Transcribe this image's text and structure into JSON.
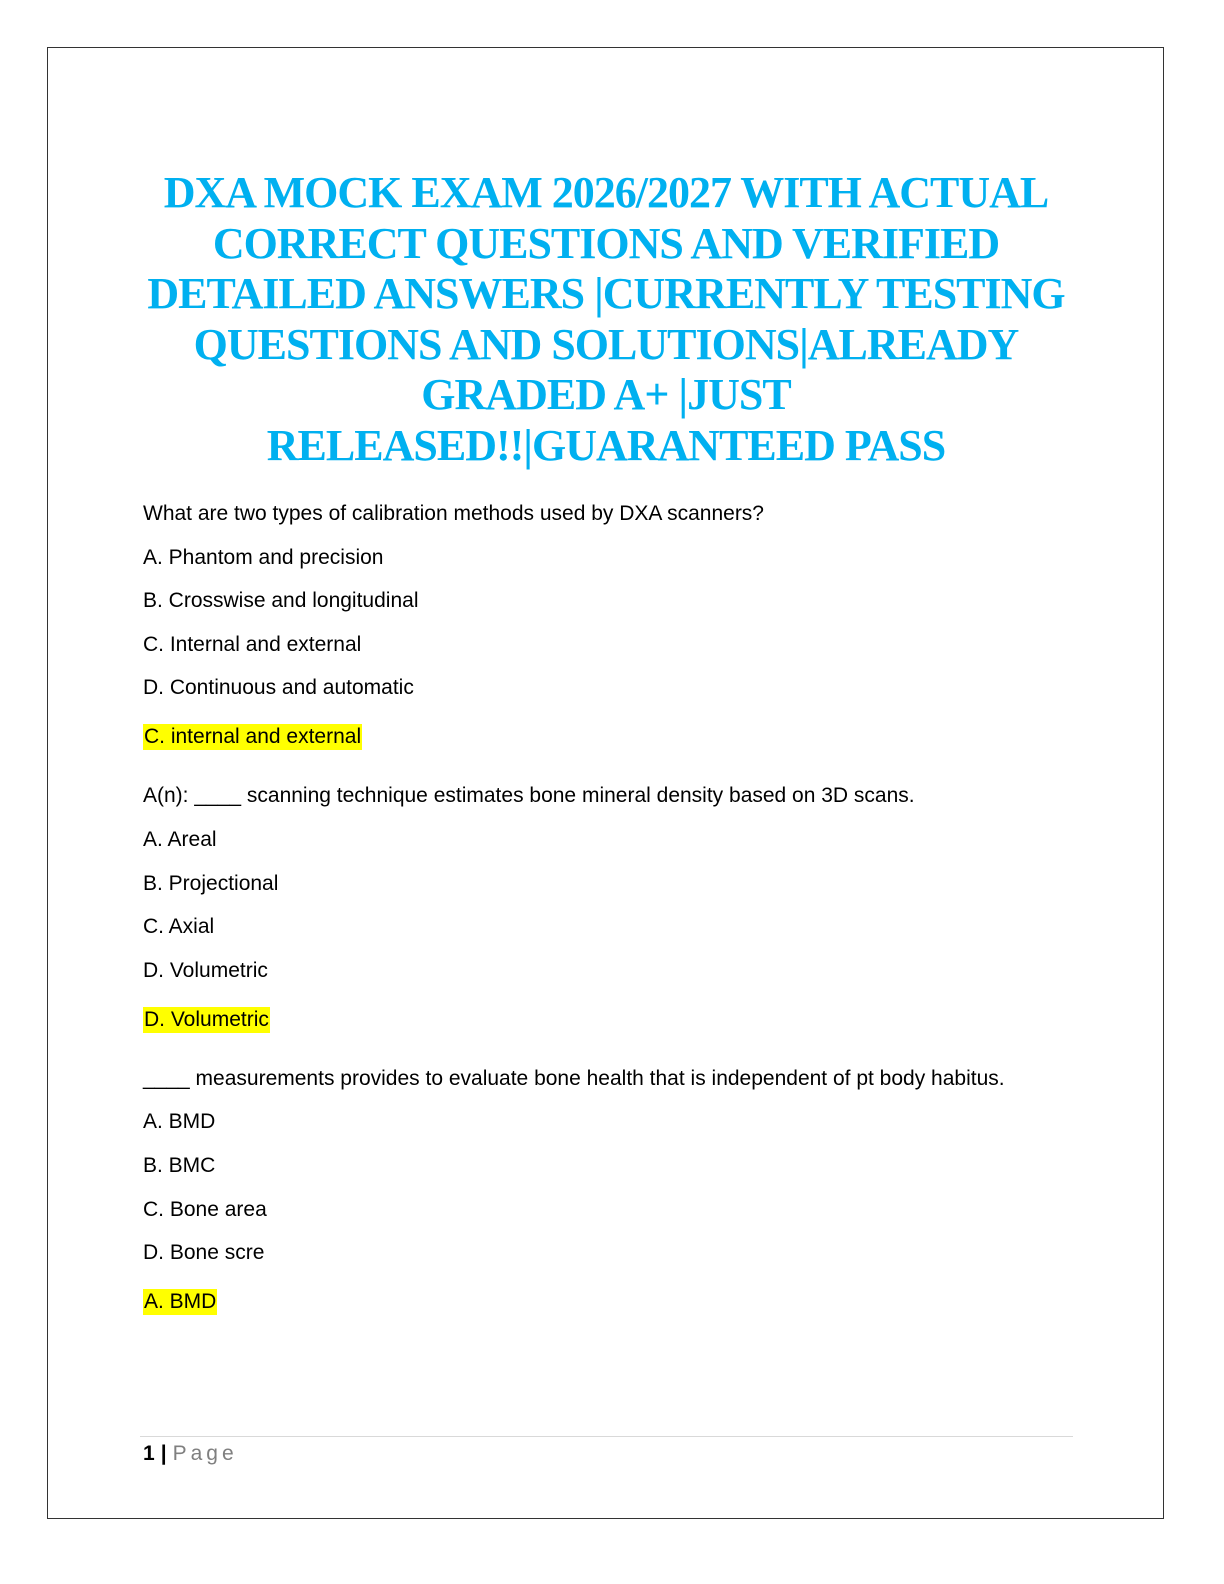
{
  "document": {
    "title_lines": [
      "DXA MOCK EXAM 2026/2027 WITH ACTUAL",
      "CORRECT QUESTIONS AND VERIFIED",
      "DETAILED ANSWERS |CURRENTLY TESTING",
      "QUESTIONS AND SOLUTIONS|ALREADY",
      "GRADED A+ |JUST",
      "RELEASED!!|GUARANTEED PASS"
    ],
    "title_color": "#00b0f0",
    "highlight_color": "#ffff00"
  },
  "questions": [
    {
      "prompt": "What are two types of calibration methods used by DXA scanners?",
      "options": [
        "A. Phantom and precision",
        "B. Crosswise and longitudinal",
        "C. Internal and external",
        "D. Continuous and automatic"
      ],
      "answer": "C. internal and external"
    },
    {
      "prompt": "A(n): ____ scanning technique estimates bone mineral density based on 3D scans.",
      "options": [
        "A. Areal",
        "B. Projectional",
        "C. Axial",
        "D. Volumetric"
      ],
      "answer": "D. Volumetric"
    },
    {
      "prompt": "____ measurements provides to evaluate bone health that is independent of pt body habitus.",
      "options": [
        "A. BMD",
        "B. BMC",
        "C. Bone area",
        "D. Bone scre"
      ],
      "answer": "A. BMD"
    }
  ],
  "footer": {
    "page_number": "1",
    "separator": "|",
    "page_label": "Page"
  }
}
